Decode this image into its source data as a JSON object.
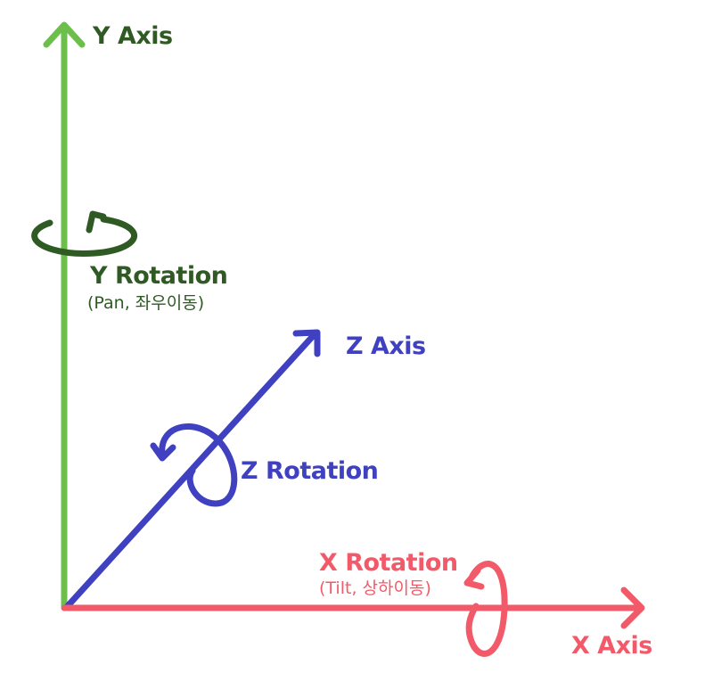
{
  "colors": {
    "y_axis": "#6bbf4a",
    "y_label": "#2f5a24",
    "z_axis": "#3f41c0",
    "x_axis": "#f25a6a",
    "background": "#ffffff"
  },
  "axes": {
    "y": {
      "label": "Y Axis"
    },
    "z": {
      "label": "Z Axis"
    },
    "x": {
      "label": "X Axis"
    }
  },
  "rotations": {
    "y": {
      "title": "Y Rotation",
      "subtitle": "(Pan, 좌우이동)"
    },
    "z": {
      "title": "Z Rotation"
    },
    "x": {
      "title": "X Rotation",
      "subtitle": "(Tilt, 상하이동)"
    }
  }
}
